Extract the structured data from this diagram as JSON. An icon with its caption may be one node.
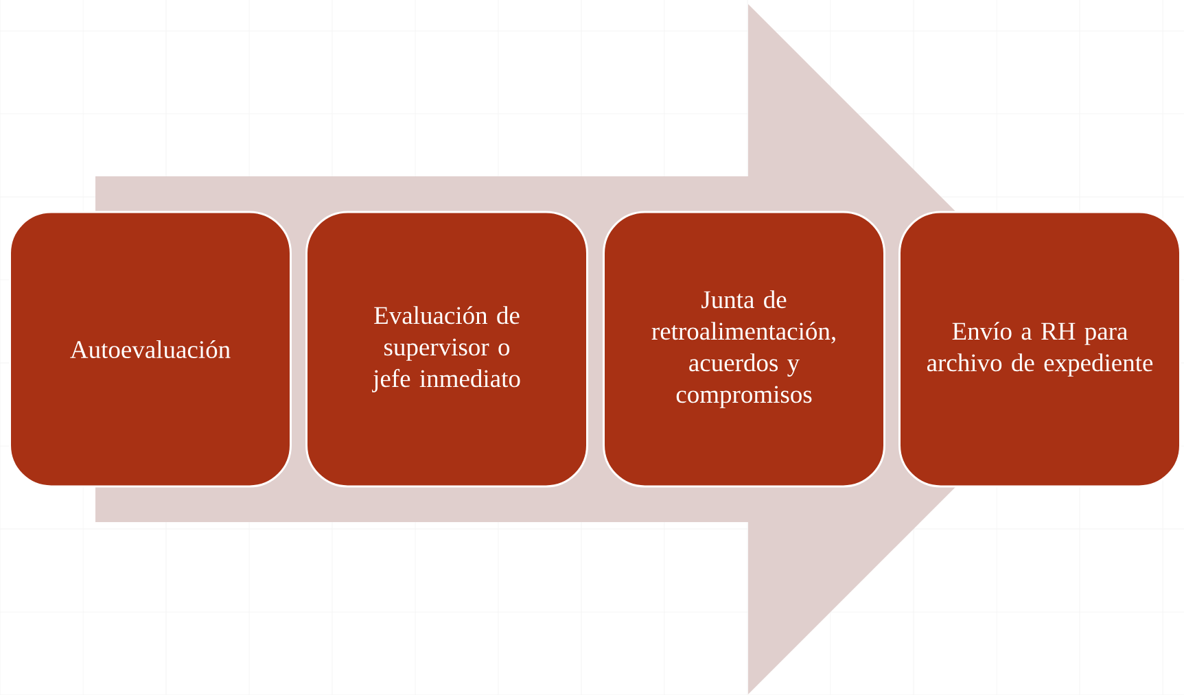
{
  "diagram": {
    "nodes": [
      {
        "text": [
          "Autoevaluación"
        ]
      },
      {
        "text": [
          "Evaluación de supervisor o jefe inmediato"
        ]
      },
      {
        "text": [
          "Junta de retroalimentación, acuerdos y compromisos"
        ]
      },
      {
        "text": [
          "Envío a RH para archivo de expediente"
        ]
      }
    ],
    "edges": [
      {
        "from": 0,
        "to": 3,
        "arrow": "to"
      }
    ]
  }
}
